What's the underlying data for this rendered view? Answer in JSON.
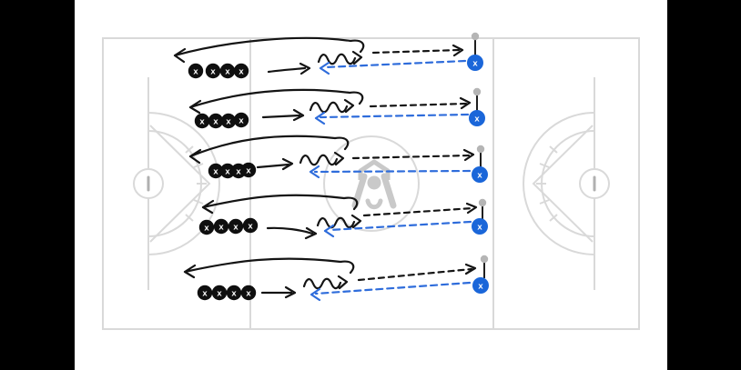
{
  "diagram": {
    "background_color": "#000000",
    "board_color": "#ffffff",
    "field": {
      "line_color": "#d9d9d9",
      "goal_marker_color": "#b0b0b0",
      "center_icon": "coach-icon",
      "center_icon_color": "#c9c9c9"
    },
    "notation": {
      "queue_player_color": "#0f0f0f",
      "receiver_player_color": "#1a66d9",
      "black_line_color": "#141414",
      "blue_line_color": "#2e6cdb",
      "pin_ball_color": "#b5b5b5",
      "pin_stick_color": "#1f1f1f",
      "player_label_color": "#ffffff"
    },
    "rows": [
      {
        "queue": [
          "x",
          "x",
          "x",
          "x"
        ],
        "receiver": "x"
      },
      {
        "queue": [
          "x",
          "x",
          "x",
          "x"
        ],
        "receiver": "x"
      },
      {
        "queue": [
          "x",
          "x",
          "x",
          "x"
        ],
        "receiver": "x"
      },
      {
        "queue": [
          "x",
          "x",
          "x",
          "x"
        ],
        "receiver": "x"
      },
      {
        "queue": [
          "x",
          "x",
          "x",
          "x"
        ],
        "receiver": "x"
      }
    ]
  }
}
